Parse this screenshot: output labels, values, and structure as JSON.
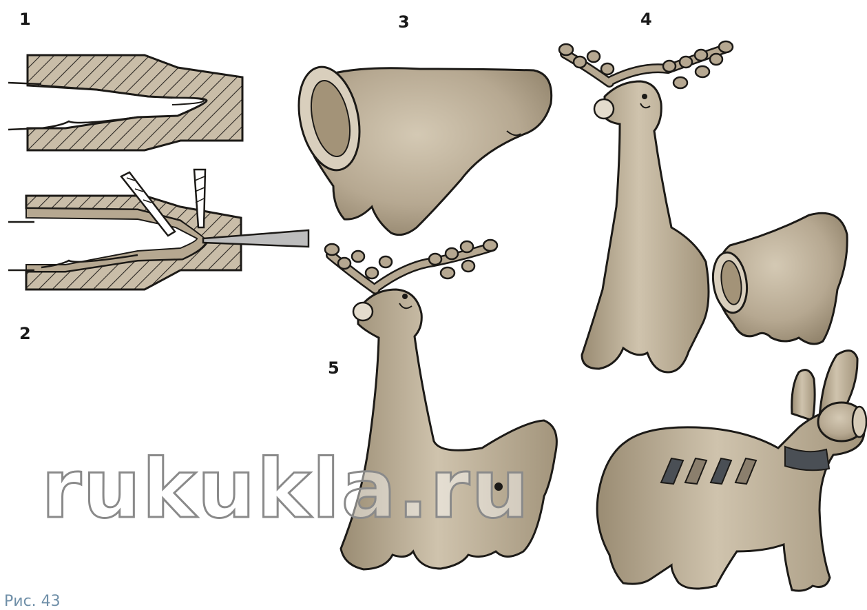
{
  "figure": {
    "labels": {
      "one": "1",
      "two": "2",
      "three": "3",
      "four": "4",
      "five": "5"
    },
    "watermark": "rukukla.ru",
    "caption": "Рис. 43"
  },
  "colors": {
    "clay": "#b6a891",
    "clay_shadow": "#8f8168",
    "clay_light": "#d7ccb8",
    "outline": "#1c1a17",
    "stripe": "#4a4f55",
    "stripe_light": "#8b7f6d"
  }
}
